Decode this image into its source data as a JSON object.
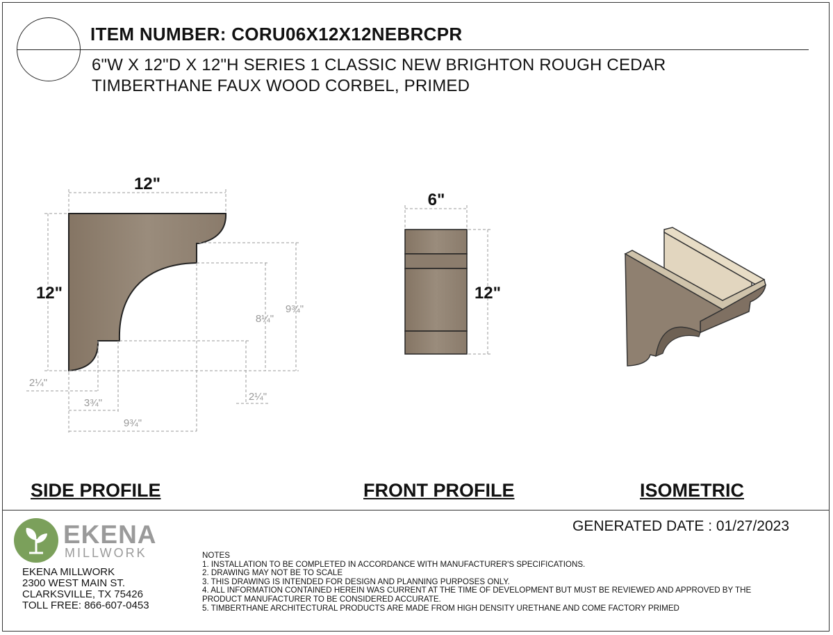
{
  "header": {
    "item_number": "ITEM NUMBER: CORU06X12X12NEBRCPR",
    "description_line1": "6\"W X 12\"D X 12\"H SERIES 1 CLASSIC NEW BRIGHTON ROUGH CEDAR",
    "description_line2": "TIMBERTHANE FAUX WOOD CORBEL, PRIMED"
  },
  "side_profile": {
    "width": "12\"",
    "height": "12\"",
    "dim_9_3_4_vertical": "9¾\"",
    "dim_8_1_4": "8¼\"",
    "dim_2_1_4_left": "2¼\"",
    "dim_2_1_4_right": "2¼\"",
    "dim_3_3_4": "3¾\"",
    "dim_9_3_4_horizontal": "9¾\""
  },
  "front_profile": {
    "width": "6\"",
    "height": "12\""
  },
  "views": {
    "side": "SIDE PROFILE",
    "front": "FRONT PROFILE",
    "iso": "ISOMETRIC"
  },
  "footer": {
    "generated_date": "GENERATED DATE : 01/27/2023",
    "brand": "EKENA",
    "brand_sub": "MILLWORK",
    "company": "EKENA MILLWORK",
    "address1": "2300 WEST MAIN ST.",
    "address2": "CLARKSVILLE, TX 75426",
    "phone": "TOLL FREE: 866-607-0453",
    "notes_title": "NOTES",
    "notes": [
      "1. INSTALLATION TO BE COMPLETED IN ACCORDANCE WITH MANUFACTURER'S SPECIFICATIONS.",
      "2. DRAWING MAY NOT BE TO SCALE",
      "3. THIS DRAWING IS INTENDED FOR DESIGN AND PLANNING PURPOSES ONLY.",
      "4. ALL INFORMATION CONTAINED HEREIN WAS CURRENT AT THE TIME OF DEVELOPMENT BUT MUST BE REVIEWED AND APPROVED BY THE",
      "PRODUCT MANUFACTURER TO BE CONSIDERED ACCURATE.",
      "5. TIMBERTHANE ARCHITECTURAL PRODUCTS ARE MADE FROM HIGH DENSITY URETHANE AND COME FACTORY PRIMED"
    ]
  },
  "colors": {
    "wood": "#8f8070",
    "wood_light": "#a4978a",
    "wood_dark": "#6e6154",
    "wood_top": "#e2d6bf",
    "logo_green": "#7ba05b"
  }
}
